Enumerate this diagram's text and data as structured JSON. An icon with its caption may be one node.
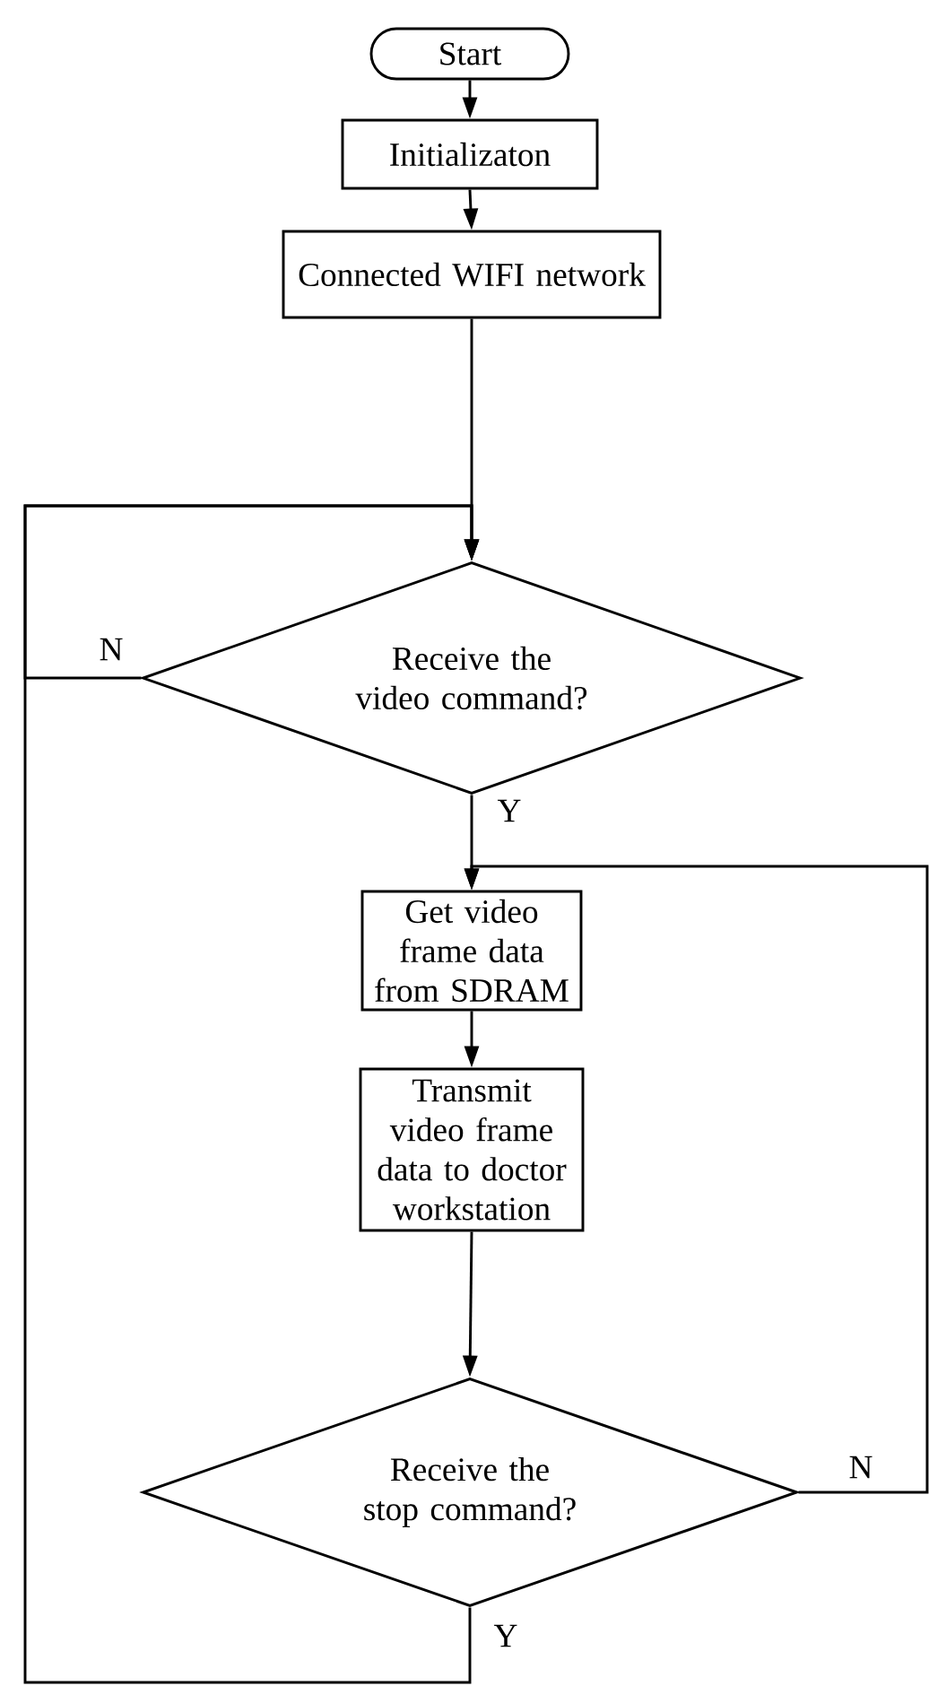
{
  "diagram": {
    "nodes": [
      {
        "text": [
          "Start"
        ]
      },
      {
        "text": [
          "Initializaton"
        ]
      },
      {
        "text": [
          "Connected WIFI network"
        ]
      },
      {
        "text": [
          "Receive the video command?"
        ]
      },
      {
        "text": [
          "Get video frame data from SDRAM"
        ]
      },
      {
        "text": [
          "Transmit video frame data to doctor workstation"
        ]
      },
      {
        "text": [
          "Receive the stop command?"
        ]
      }
    ],
    "edges": [
      {
        "from": 0,
        "to": 1,
        "arrow": "to"
      },
      {
        "from": 1,
        "to": 2,
        "arrow": "to"
      },
      {
        "from": 2,
        "to": 3,
        "arrow": "to"
      },
      {
        "from": 3,
        "to": 4,
        "arrow": "to",
        "label": "Y"
      },
      {
        "from": 4,
        "to": 5,
        "arrow": "to"
      },
      {
        "from": 5,
        "to": 6,
        "arrow": "to"
      },
      {
        "from": 6,
        "to": 4,
        "arrow": "to",
        "label": "N"
      },
      {
        "from": 3,
        "to": 3,
        "arrow": "to",
        "label": "N"
      },
      {
        "from": 6,
        "to": 3,
        "arrow": "to",
        "label": "Y"
      }
    ]
  }
}
